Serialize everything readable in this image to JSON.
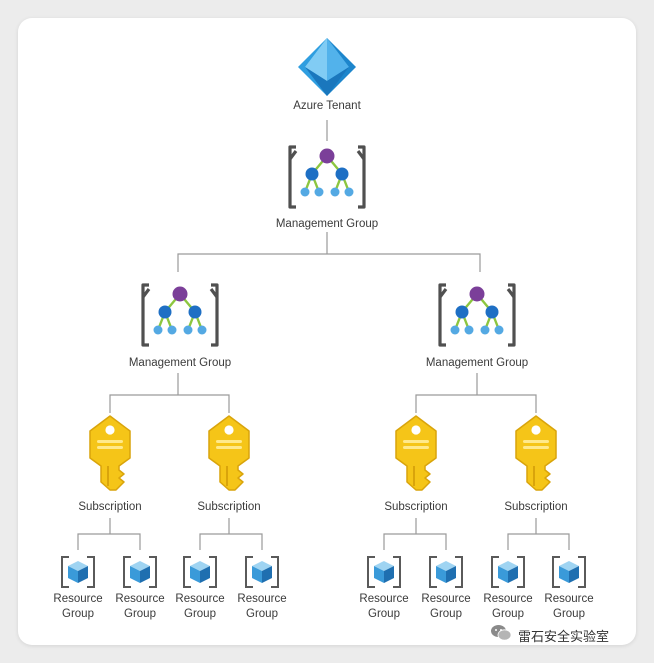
{
  "tenant": {
    "label": "Azure Tenant",
    "icon": "azure-tenant-icon"
  },
  "root_group": {
    "label": "Management Group",
    "icon": "management-group-icon"
  },
  "groups": [
    {
      "label": "Management Group",
      "icon": "management-group-icon"
    },
    {
      "label": "Management Group",
      "icon": "management-group-icon"
    }
  ],
  "subscriptions": [
    {
      "label": "Subscription",
      "icon": "key-icon"
    },
    {
      "label": "Subscription",
      "icon": "key-icon"
    },
    {
      "label": "Subscription",
      "icon": "key-icon"
    },
    {
      "label": "Subscription",
      "icon": "key-icon"
    }
  ],
  "resource_group": {
    "line1": "Resource",
    "line2": "Group",
    "icon": "resource-group-cube-icon"
  },
  "watermark": {
    "text": "雷石安全实验室",
    "icon": "wechat-icon"
  },
  "colors": {
    "connector": "#9a9a9a",
    "key": "#f5c518",
    "key_dark": "#d9a40b",
    "tenant_blue": "#2f9ee0",
    "tenant_light": "#8fd3f7",
    "mg_purple": "#7b3f99",
    "mg_blue": "#1e6fc4",
    "mg_lightblue": "#54a9e3",
    "mg_green": "#8cc63f",
    "bracket": "#505050",
    "cube": "#3a9ad9",
    "cube_light": "#9fd4f2"
  }
}
